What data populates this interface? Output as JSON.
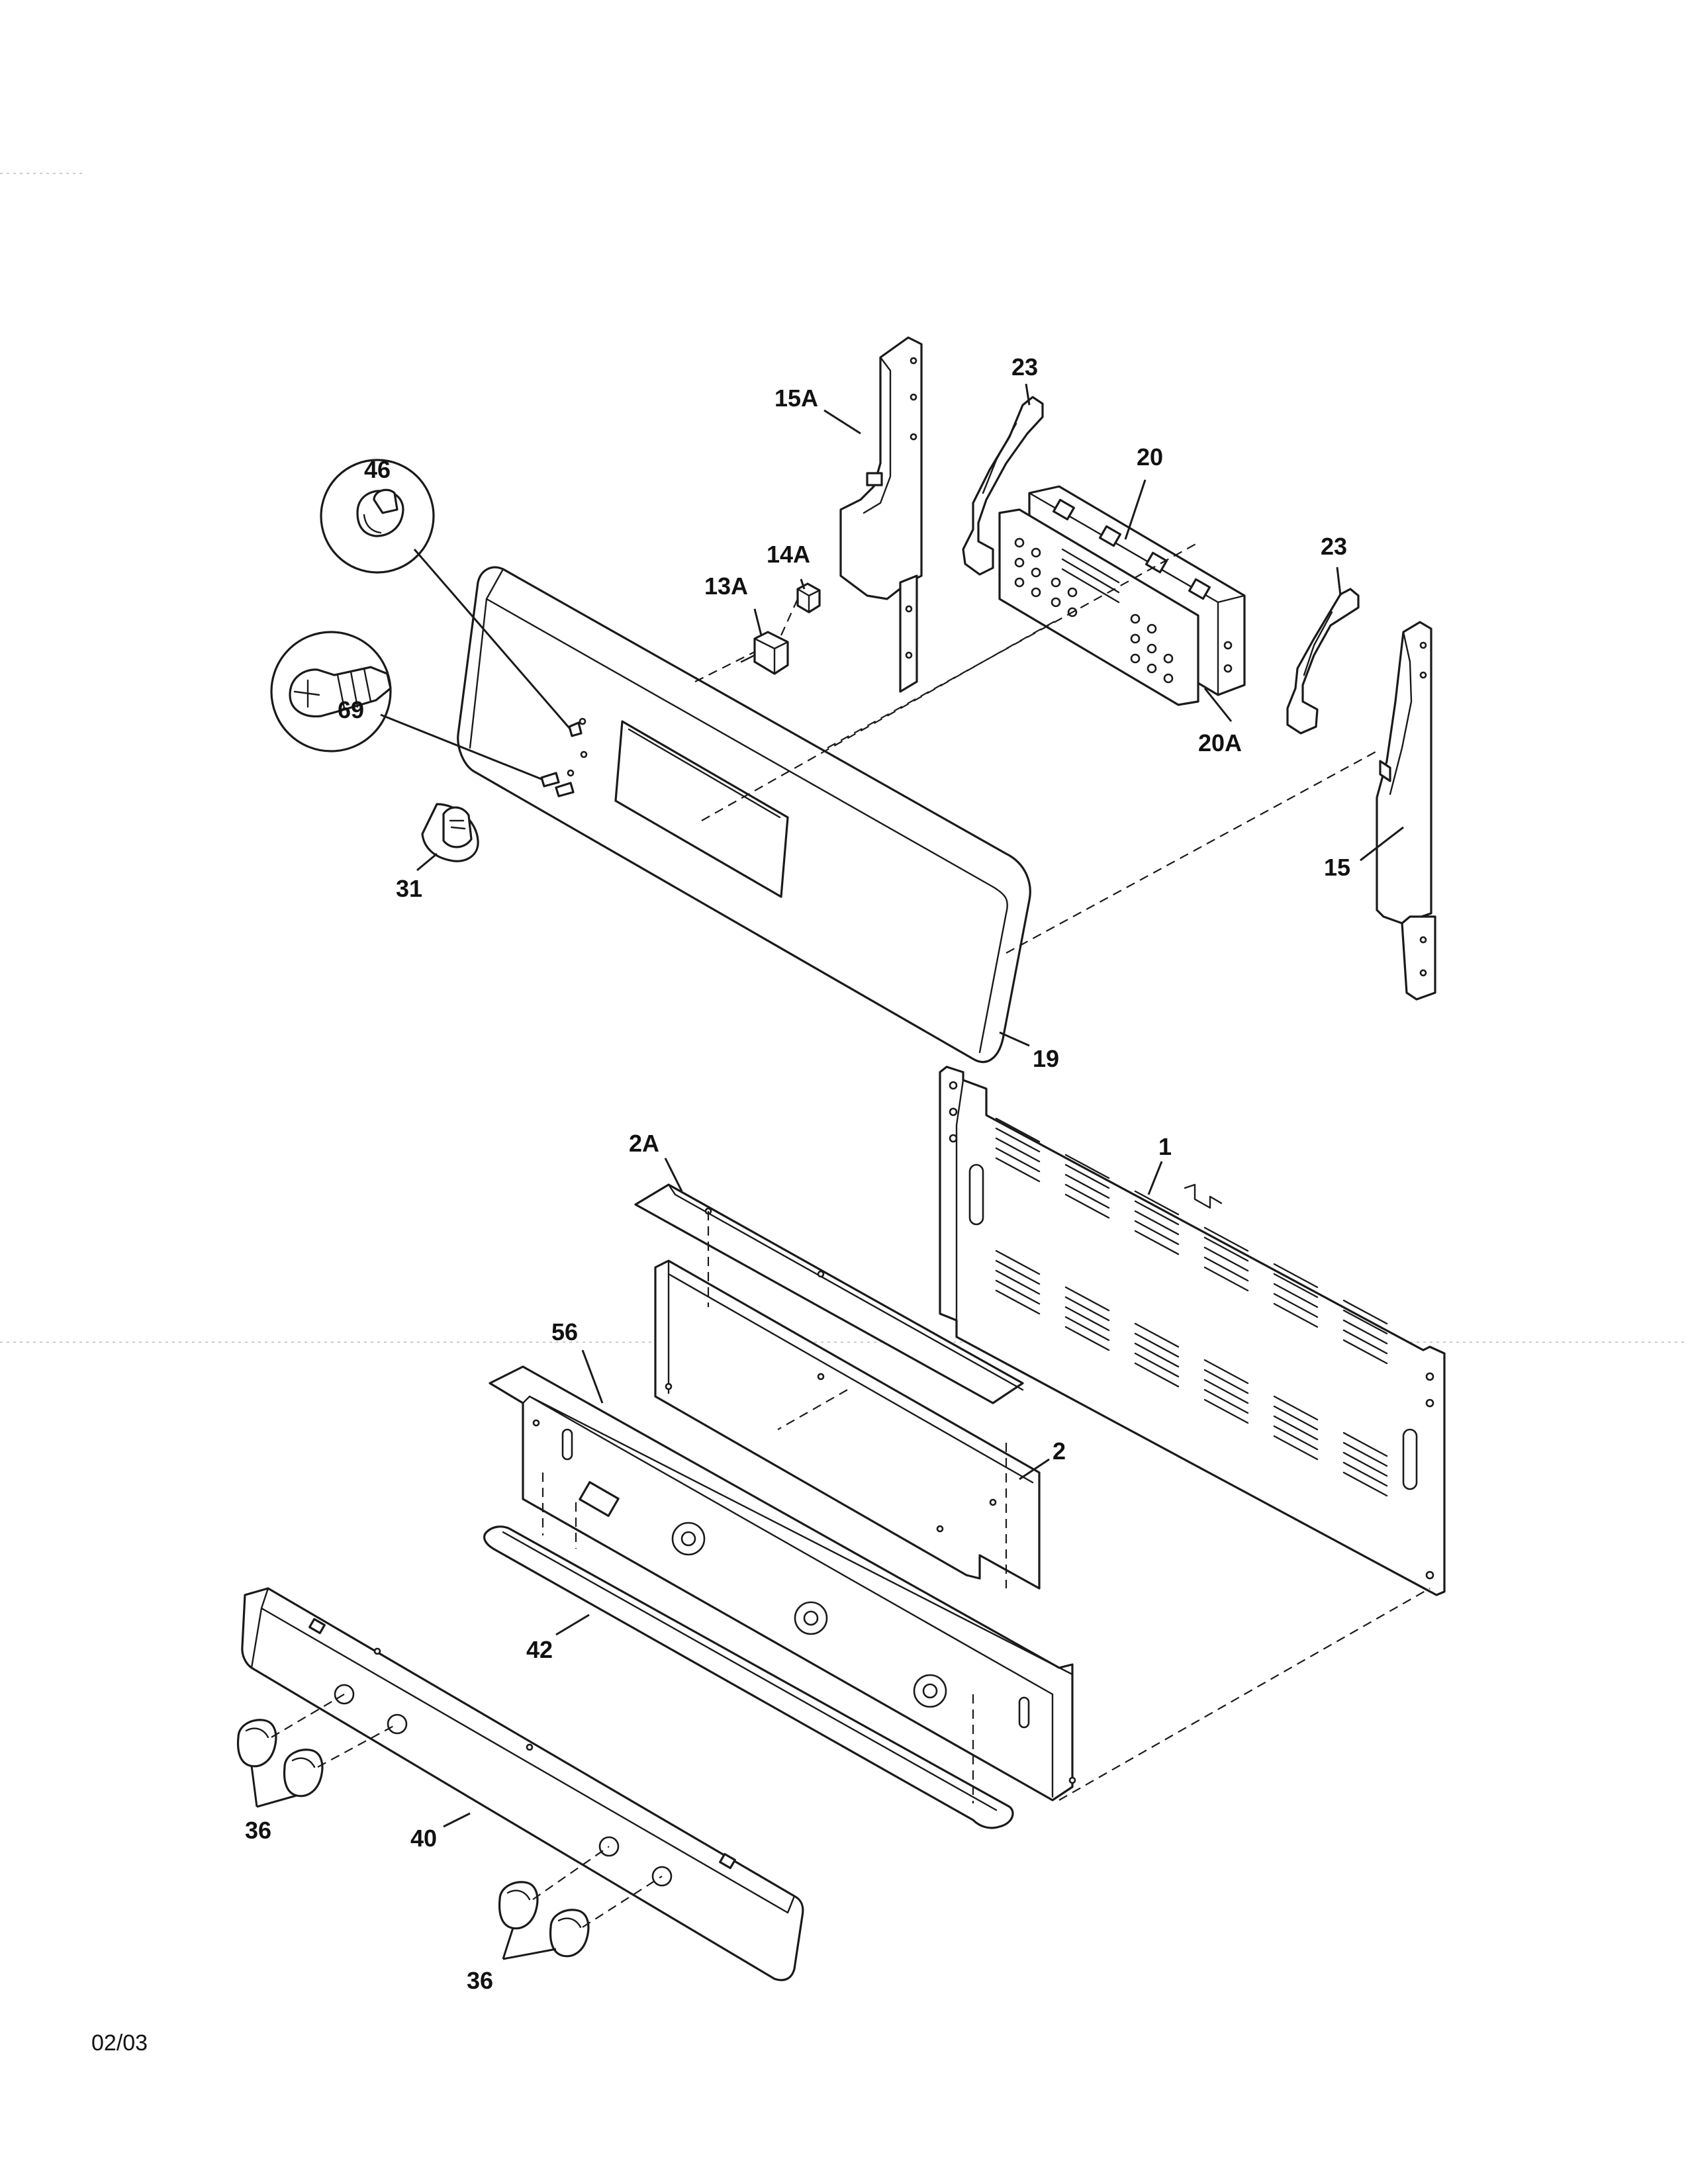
{
  "callouts": {
    "c1": "1",
    "c2": "2",
    "c2a": "2A",
    "c13a": "13A",
    "c14a": "14A",
    "c15": "15",
    "c15a": "15A",
    "c19": "19",
    "c20": "20",
    "c20a": "20A",
    "c23a": "23",
    "c23b": "23",
    "c31": "31",
    "c36a": "36",
    "c36b": "36",
    "c40": "40",
    "c42": "42",
    "c46": "46",
    "c56": "56",
    "c69": "69"
  },
  "footer": {
    "date": "02/03"
  }
}
